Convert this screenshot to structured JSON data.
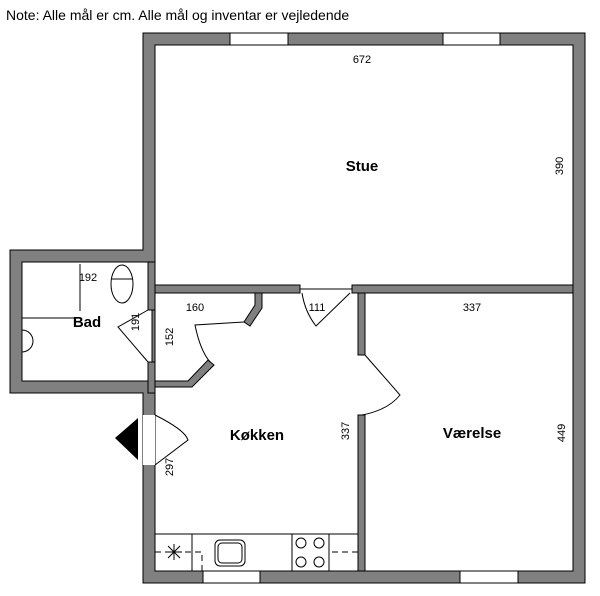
{
  "note": "Note: Alle mål er cm. Alle mål og inventar er vejledende",
  "rooms": {
    "stue": "Stue",
    "bad": "Bad",
    "kokken": "Køkken",
    "vaerelse": "Værelse"
  },
  "dimensions": {
    "stue_width": "672",
    "stue_depth": "390",
    "bad_width": "192",
    "bad_depth": "191",
    "hall_width": "160",
    "hall_depth": "152",
    "door_opening": "111",
    "vaerelse_width": "337",
    "vaerelse_depth": "449",
    "kokken_depth": "337",
    "entrance_depth": "297"
  }
}
